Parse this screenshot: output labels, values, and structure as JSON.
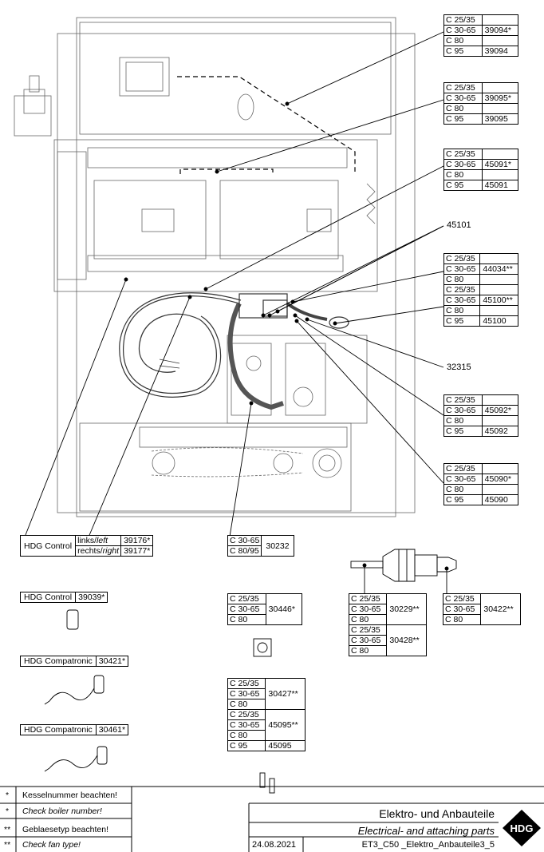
{
  "callout_tables": {
    "p39094": {
      "rows": [
        {
          "model": "C 25/35",
          "code": ""
        },
        {
          "model": "C 30-65",
          "code": "39094*"
        },
        {
          "model": "C 80",
          "code": ""
        },
        {
          "model": "C 95",
          "code": "39094"
        }
      ]
    },
    "p39095": {
      "rows": [
        {
          "model": "C 25/35",
          "code": ""
        },
        {
          "model": "C 30-65",
          "code": "39095*"
        },
        {
          "model": "C 80",
          "code": ""
        },
        {
          "model": "C 95",
          "code": "39095"
        }
      ]
    },
    "p45091": {
      "rows": [
        {
          "model": "C 25/35",
          "code": ""
        },
        {
          "model": "C 30-65",
          "code": "45091*"
        },
        {
          "model": "C 80",
          "code": ""
        },
        {
          "model": "C 95",
          "code": "45091"
        }
      ]
    },
    "p44034": {
      "rows": [
        {
          "model": "C 25/35",
          "code": ""
        },
        {
          "model": "C 30-65",
          "code": "44034**"
        },
        {
          "model": "C 80",
          "code": ""
        },
        {
          "model": "C 25/35",
          "code": ""
        },
        {
          "model": "C 30-65",
          "code": "45100**"
        },
        {
          "model": "C 80",
          "code": ""
        },
        {
          "model": "C 95",
          "code": "45100"
        }
      ]
    },
    "p45092": {
      "rows": [
        {
          "model": "C 25/35",
          "code": ""
        },
        {
          "model": "C 30-65",
          "code": "45092*"
        },
        {
          "model": "C 80",
          "code": ""
        },
        {
          "model": "C 95",
          "code": "45092"
        }
      ]
    },
    "p45090": {
      "rows": [
        {
          "model": "C 25/35",
          "code": ""
        },
        {
          "model": "C 30-65",
          "code": "45090*"
        },
        {
          "model": "C 80",
          "code": ""
        },
        {
          "model": "C 95",
          "code": "45090"
        }
      ]
    }
  },
  "labels": {
    "p45101": "45101",
    "p32315": "32315"
  },
  "hdg_control_1": {
    "name": "HDG Control",
    "left": "links/",
    "left_it": "left",
    "left_code": "39176*",
    "right": "rechts/",
    "right_it": "right",
    "right_code": "39177*"
  },
  "p30232": {
    "m1": "C 30-65",
    "m2": "C 80/95",
    "code": "30232"
  },
  "hdg_control_2": {
    "name": "HDG Control",
    "code": "39039*"
  },
  "p30446": {
    "m1": "C 25/35",
    "m2": "C 30-65",
    "m3": "C 80",
    "code": "30446*"
  },
  "p30229": {
    "m1": "C 25/35",
    "m2": "C 30-65",
    "m3": "C 80",
    "code": "30229**",
    "m4": "C 25/35",
    "m5": "C 30-65",
    "m6": "C 80",
    "code2": "30428**"
  },
  "p30422": {
    "m1": "C 25/35",
    "m2": "C 30-65",
    "m3": "C 80",
    "code": "30422**"
  },
  "compatronic_1": {
    "name": "HDG Compatronic",
    "code": "30421*"
  },
  "compatronic_2": {
    "name": "HDG Compatronic",
    "code": "30461*"
  },
  "p30427": {
    "m1": "C 25/35",
    "m2": "C 30-65",
    "m3": "C 80",
    "code": "30427**",
    "m4": "C 25/35",
    "m5": "C 30-65",
    "m6": "C 80",
    "m7": "C 95",
    "code2": "45095**",
    "code3": "45095"
  },
  "footnotes": {
    "star": "*",
    "star_de": "Kesselnummer beachten!",
    "star_en": "Check boiler number!",
    "dstar": "**",
    "dstar_de": "Geblaesetyp beachten!",
    "dstar_en": "Check fan type!"
  },
  "title_block": {
    "title_de": "Elektro- und Anbauteile",
    "title_en": "Electrical- and attaching parts",
    "date": "24.08.2021",
    "drawing_no": "ET3_C50 _Elektro_Anbauteile3_5",
    "logo": "HDG"
  }
}
